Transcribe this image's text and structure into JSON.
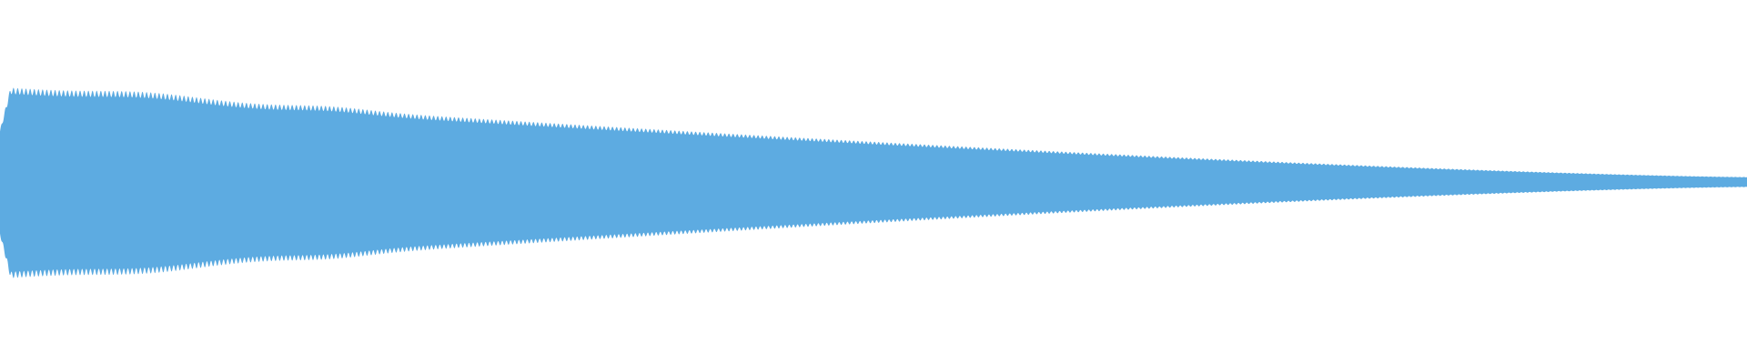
{
  "waveform": {
    "color": "#5dabe1",
    "background": "#ffffff",
    "envelope": {
      "description_key": "decaying-tone",
      "start_level": 0.95,
      "end_level": 0.05,
      "decay": "gradual"
    },
    "ripple_cycles": 420
  }
}
